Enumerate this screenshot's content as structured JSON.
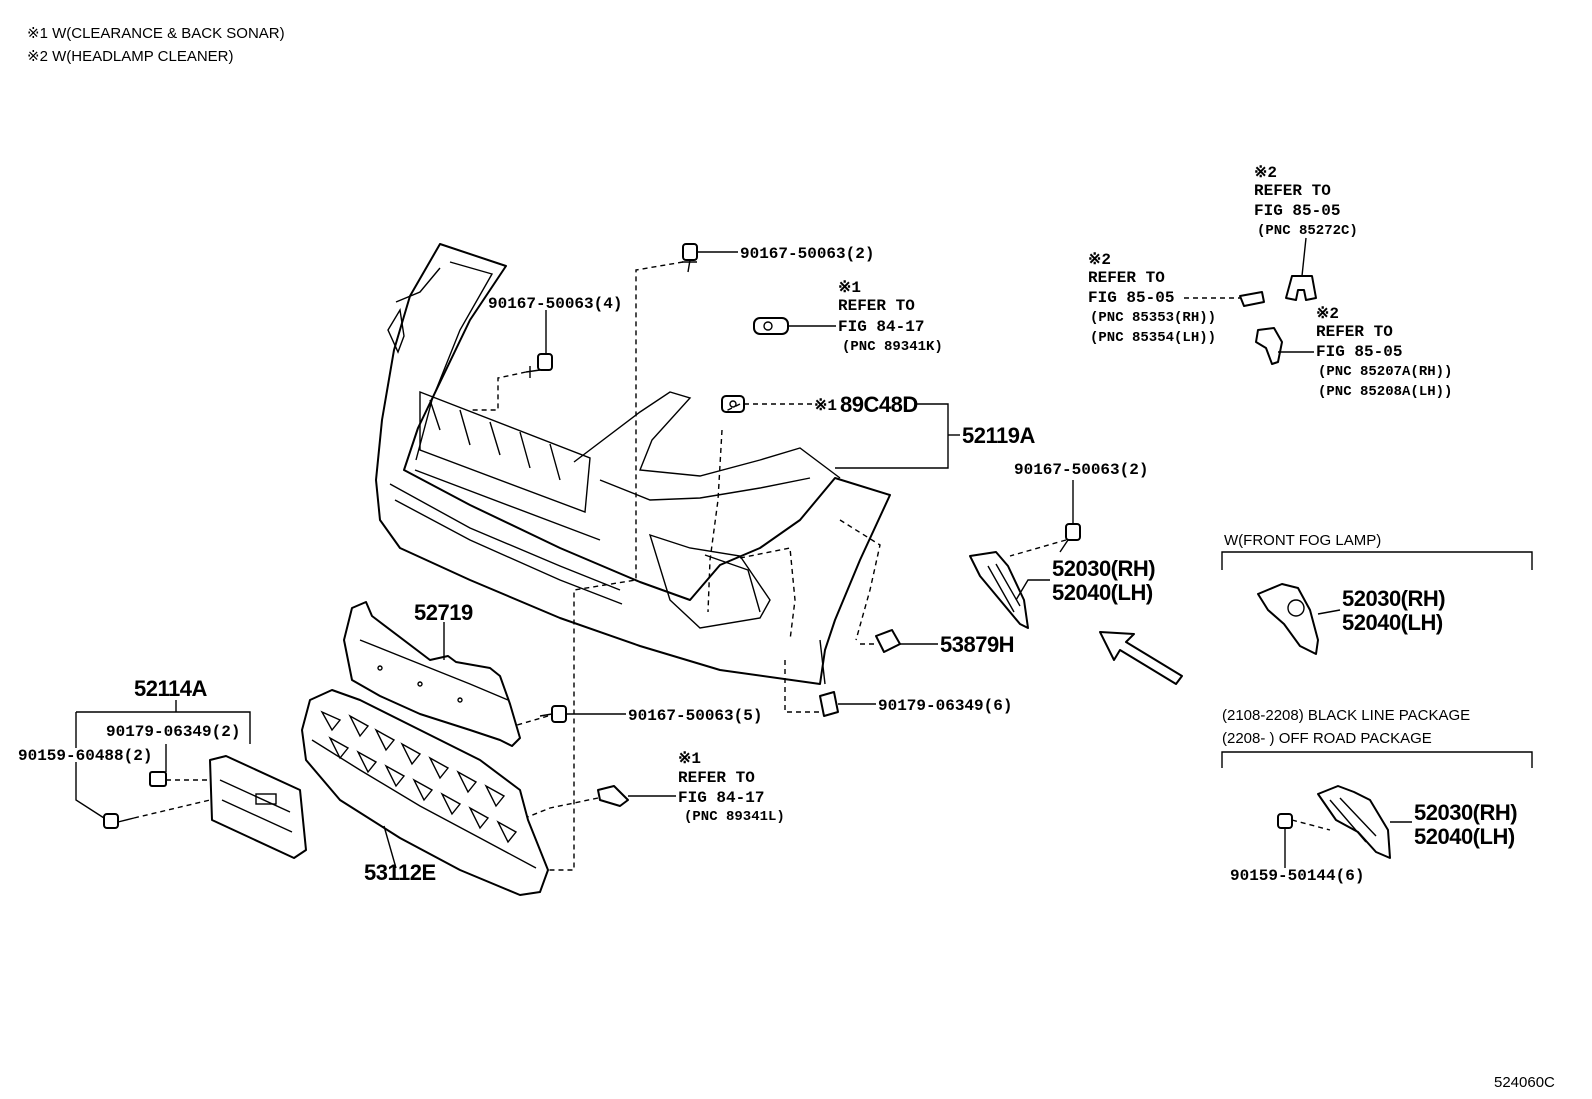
{
  "notes": {
    "note1": "※1 W(CLEARANCE & BACK SONAR)",
    "note2": "※2 W(HEADLAMP CLEANER)"
  },
  "labels": {
    "bolt_top_2": "90167-50063(2)",
    "bolt_left_4": "90167-50063(4)",
    "sensor_ref_mark": "※1",
    "sensor_ref_line1": "REFER TO",
    "sensor_ref_line2": "FIG 84-17",
    "sensor_ref_pnc": "(PNC 89341K)",
    "retainer_89c48d_mark": "※1",
    "retainer_89c48d": "89C48D",
    "cover_52119a": "52119A",
    "bolt_right_2": "90167-50063(2)",
    "cover_rh_1": "52030(RH)",
    "cover_lh_1": "52040(LH)",
    "clip_53879h": "53879H",
    "clip_90179_6": "90179-06349(6)",
    "bolt_5": "90167-50063(5)",
    "grille_mark": "※1",
    "grille_ref_line1": "REFER TO",
    "grille_ref_line2": "FIG 84-17",
    "grille_ref_pnc": "(PNC 89341L)",
    "grille_53112e": "53112E",
    "bracket_52719": "52719",
    "bracket_52114a": "52114A",
    "clip_90179_2": "90179-06349(2)",
    "screw_90159_2": "90159-60488(2)",
    "hc_top_mark": "※2",
    "hc_top_line1": "REFER TO",
    "hc_top_line2": "FIG 85-05",
    "hc_top_pnc": "(PNC 85272C)",
    "hc_cap_mark": "※2",
    "hc_cap_line1": "REFER TO",
    "hc_cap_line2": "FIG 85-05",
    "hc_cap_pnc_rh": "(PNC 85353(RH))",
    "hc_cap_pnc_lh": "(PNC 85354(LH))",
    "hc_noz_mark": "※2",
    "hc_noz_line1": "REFER TO",
    "hc_noz_line2": "FIG 85-05",
    "hc_noz_pnc_rh": "(PNC 85207A(RH))",
    "hc_noz_pnc_lh": "(PNC 85208A(LH))",
    "fog_title": "W(FRONT FOG LAMP)",
    "fog_rh": "52030(RH)",
    "fog_lh": "52040(LH)",
    "pkg_line1": "(2108-2208) BLACK LINE PACKAGE",
    "pkg_line2": "(2208-        ) OFF ROAD PACKAGE",
    "pkg_rh": "52030(RH)",
    "pkg_lh": "52040(LH)",
    "pkg_screw": "90159-50144(6)",
    "diagram_id": "524060C"
  }
}
